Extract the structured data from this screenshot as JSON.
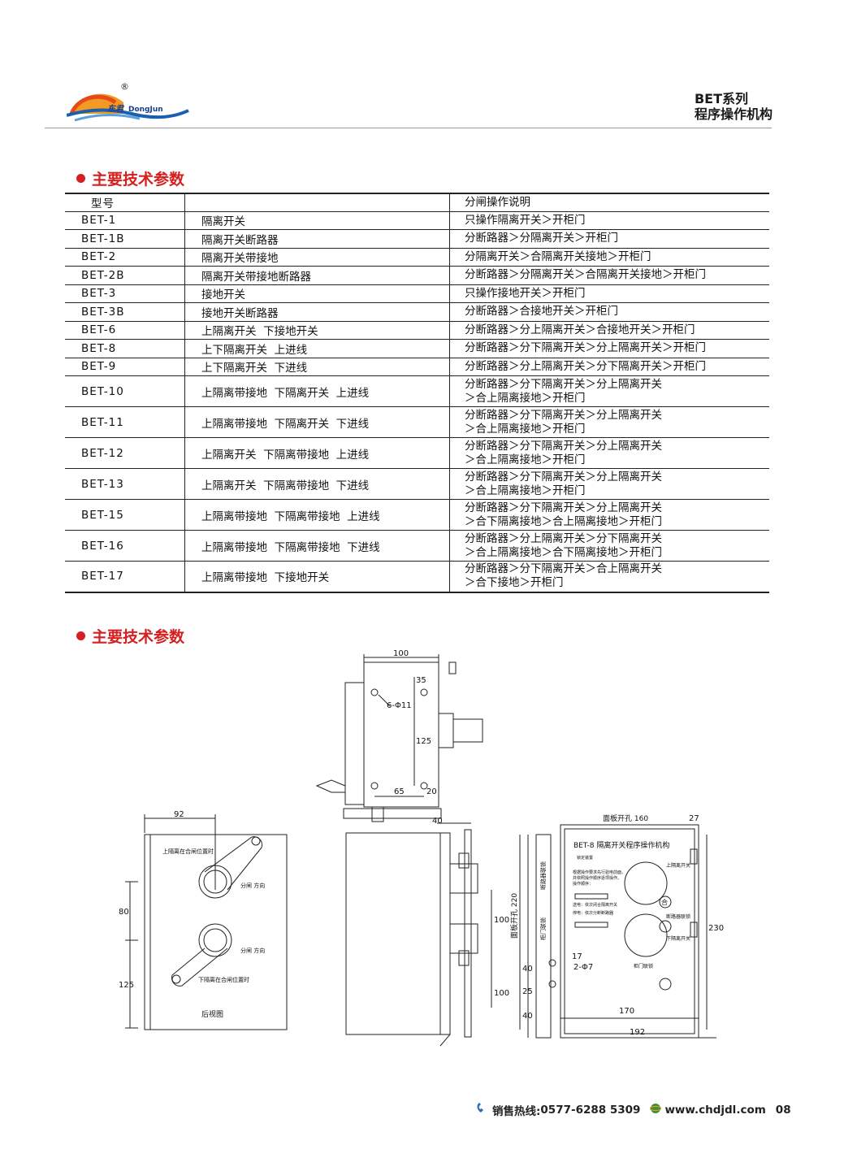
{
  "header": {
    "brand_cn": "东君",
    "brand_en": "DongJun",
    "registered": "®",
    "title_line1": "BET系列",
    "title_line2": "程序操作机构"
  },
  "section1": {
    "title": "主要技术参数"
  },
  "section2": {
    "title": "主要技术参数"
  },
  "table": {
    "headers": [
      "型号",
      "",
      "分闸操作说明"
    ],
    "rows": [
      {
        "model": "BET-1",
        "desc": "隔离开关",
        "op": [
          "只操作隔离开关＞开柜门"
        ]
      },
      {
        "model": "BET-1B",
        "desc": "隔离开关断路器",
        "op": [
          "分断路器＞分隔离开关＞开柜门"
        ]
      },
      {
        "model": "BET-2",
        "desc": "隔离开关带接地",
        "op": [
          "分隔离开关＞合隔离开关接地＞开柜门"
        ]
      },
      {
        "model": "BET-2B",
        "desc": "隔离开关带接地断路器",
        "op": [
          "分断路器＞分隔离开关＞合隔离开关接地＞开柜门"
        ]
      },
      {
        "model": "BET-3",
        "desc": "接地开关",
        "op": [
          "只操作接地开关＞开柜门"
        ]
      },
      {
        "model": "BET-3B",
        "desc": "接地开关断路器",
        "op": [
          "分断路器＞合接地开关＞开柜门"
        ]
      },
      {
        "model": "BET-6",
        "desc": "上隔离开关  下接地开关",
        "op": [
          "分断路器＞分上隔离开关＞合接地开关＞开柜门"
        ]
      },
      {
        "model": "BET-8",
        "desc": "上下隔离开关  上进线",
        "op": [
          "分断路器＞分下隔离开关＞分上隔离开关＞开柜门"
        ]
      },
      {
        "model": "BET-9",
        "desc": "上下隔离开关  下进线",
        "op": [
          "分断路器＞分上隔离开关＞分下隔离开关＞开柜门"
        ]
      },
      {
        "model": "BET-10",
        "desc": "上隔离带接地  下隔离开关  上进线",
        "op": [
          "分断路器＞分下隔离开关＞分上隔离开关",
          "＞合上隔离接地＞开柜门"
        ]
      },
      {
        "model": "BET-11",
        "desc": "上隔离带接地  下隔离开关  下进线",
        "op": [
          "分断路器＞分下隔离开关＞分上隔离开关",
          "＞合上隔离接地＞开柜门"
        ]
      },
      {
        "model": "BET-12",
        "desc": "上隔离开关  下隔离带接地  上进线",
        "op": [
          "分断路器＞分下隔离开关＞分上隔离开关",
          "＞合上隔离接地＞开柜门"
        ]
      },
      {
        "model": "BET-13",
        "desc": "上隔离开关  下隔离带接地  下进线",
        "op": [
          "分断路器＞分下隔离开关＞分上隔离开关",
          "＞合上隔离接地＞开柜门"
        ]
      },
      {
        "model": "BET-15",
        "desc": "上隔离带接地  下隔离带接地  上进线",
        "op": [
          "分断路器＞分下隔离开关＞分上隔离开关",
          "＞合下隔离接地＞合上隔离接地＞开柜门"
        ]
      },
      {
        "model": "BET-16",
        "desc": "上隔离带接地  下隔离带接地  下进线",
        "op": [
          "分断路器＞分上隔离开关＞分下隔离开关",
          "＞合上隔离接地＞合下隔离接地＞开柜门"
        ]
      },
      {
        "model": "BET-17",
        "desc": "上隔离带接地  下接地开关",
        "op": [
          "分断路器＞分下隔离开关＞合上隔离开关",
          "＞合下接地＞开柜门"
        ]
      }
    ]
  },
  "drawings": {
    "top_view": {
      "dim_width": "100",
      "dim_35": "35",
      "dim_125": "125",
      "dim_65": "65",
      "dim_20": "20",
      "hole_label": "6-Φ11"
    },
    "side_view": {
      "dim_40": "40",
      "dim_100a": "100",
      "dim_100b": "100"
    },
    "rear_view": {
      "dim_92": "92",
      "dim_80": "80",
      "dim_125": "125",
      "label_top": "上隔离在合闸位置时",
      "label_open1": "分闸 方向",
      "label_open2": "分闸 方向",
      "label_bottom": "下隔离在合闸位置时",
      "caption": "后视图"
    },
    "front_panel": {
      "dim_panel_hole": "面板开孔 160",
      "dim_27": "27",
      "dim_panel_hole_v": "面板开孔 220",
      "dim_230": "230",
      "dim_17": "17",
      "dim_hole": "2-Φ7",
      "dim_40": "40",
      "dim_25": "25",
      "dim_40b": "40",
      "dim_170": "170",
      "dim_192": "192",
      "nameplate": "BET-8 隔离开关程序操作机构",
      "side_label1": "断路器联锁",
      "side_label2": "柜门联锁",
      "label_upper": "上隔离开关",
      "label_breaker": "断路器联锁",
      "label_lower": "下隔离开关",
      "label_door": "柜门联锁",
      "knob_label": "合",
      "small_text_1": "锁定装置",
      "small_text_2": "根据操作要求先行验电前面，",
      "small_text_3": "并依照操作顺序逐项操作。",
      "small_text_4": "操作顺序：",
      "small_text_5": "送电：依次闭合隔离开关",
      "small_text_6": "停电：依次分断断路器"
    }
  },
  "footer": {
    "hotline_label": "销售热线:",
    "phone": "0577-6288 5309",
    "website": "www.chdjdl.com",
    "page": "08"
  }
}
